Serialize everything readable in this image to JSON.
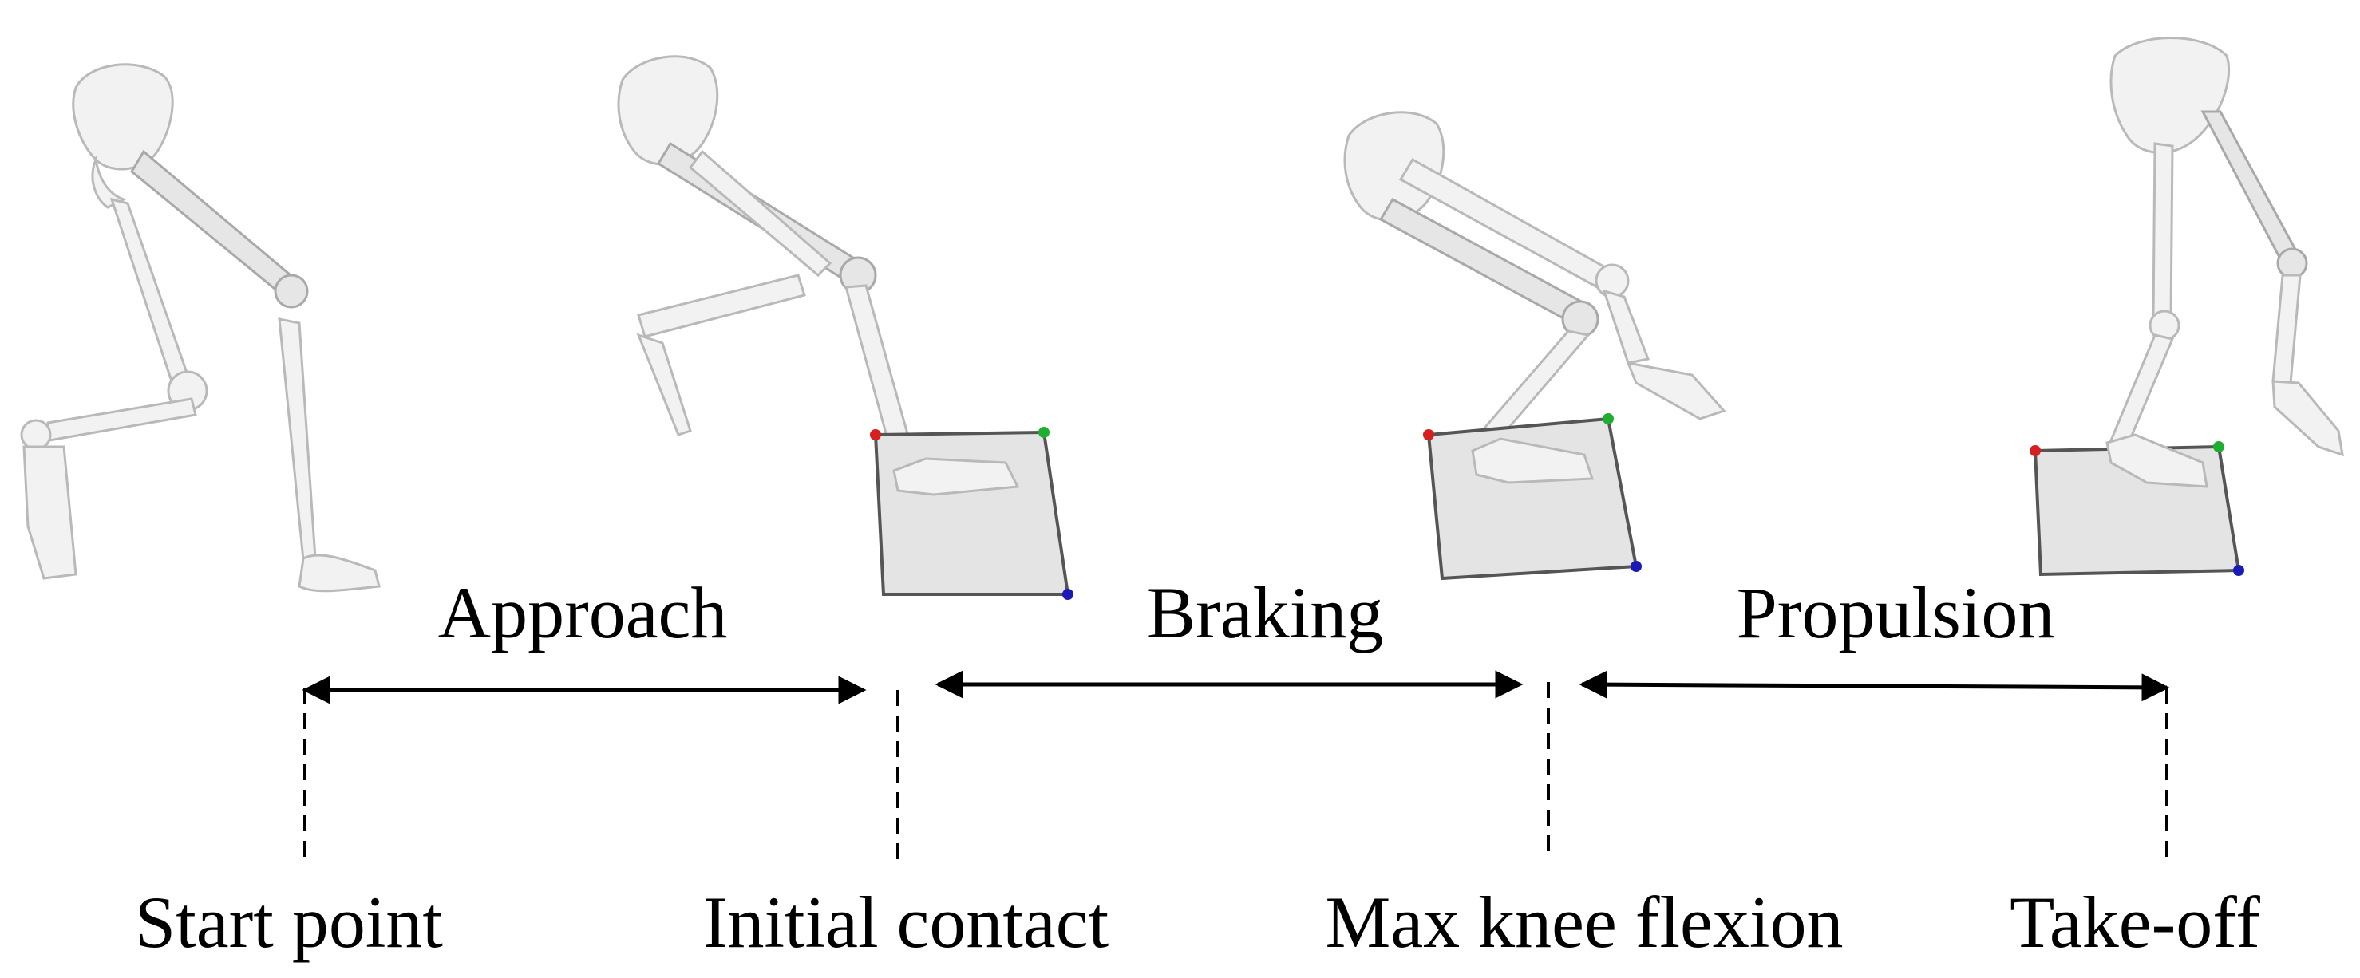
{
  "phases": [
    {
      "label": "Approach"
    },
    {
      "label": "Braking"
    },
    {
      "label": "Propulsion"
    }
  ],
  "events": [
    {
      "label": "Start point"
    },
    {
      "label": "Initial contact"
    },
    {
      "label": "Max knee flexion"
    },
    {
      "label": "Take-off"
    }
  ],
  "colors": {
    "text": "#000000",
    "bone": "#f2f2f2",
    "force_plate": "#e4e4e4",
    "corner_red": "#d62020",
    "corner_green": "#1fae2f",
    "corner_blue": "#1a1ab8"
  }
}
